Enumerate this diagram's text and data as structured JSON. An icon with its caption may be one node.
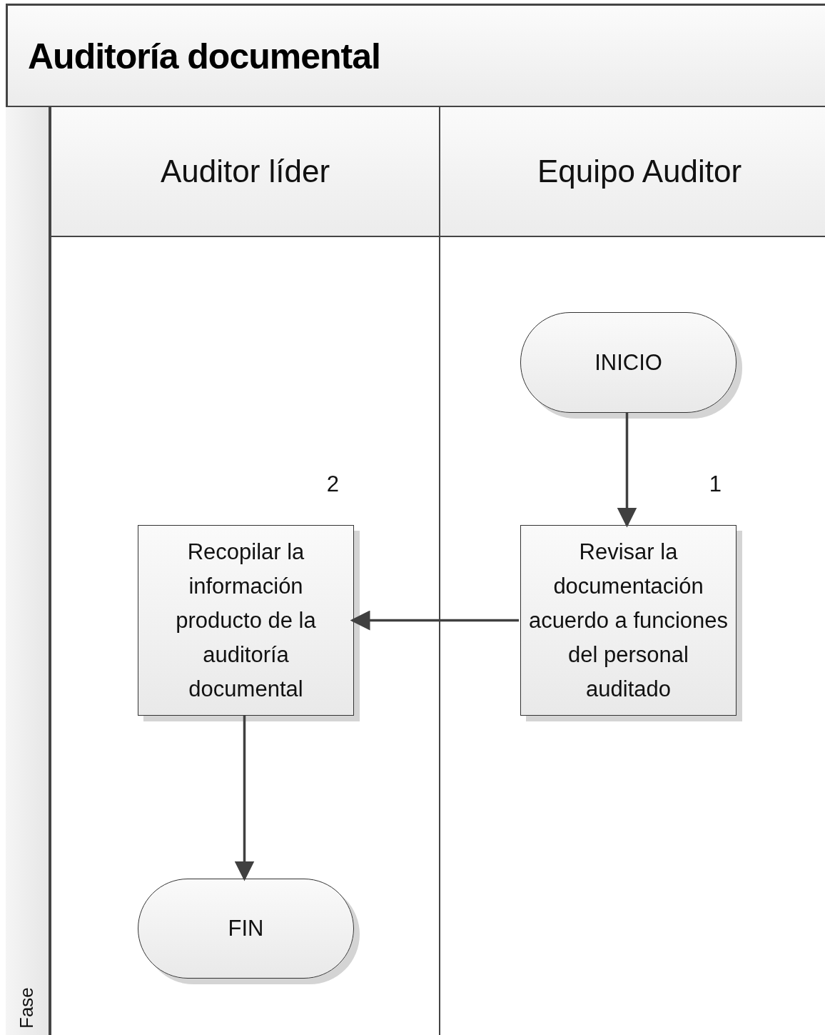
{
  "diagram": {
    "title": "Auditoría documental",
    "nodes": [
      {
        "text": [
          "Auditor líder"
        ]
      },
      {
        "text": [
          "Equipo Auditor"
        ]
      },
      {
        "text": [
          "Fase"
        ]
      },
      {
        "text": [
          "INICIO"
        ],
        "in": 1
      },
      {
        "text": [
          "Revisar la documentación acuerdo a funciones del personal auditado"
        ],
        "in": 1,
        "beside": [
          "1"
        ]
      },
      {
        "text": [
          "Recopilar la información producto de la auditoría documental"
        ],
        "in": 0,
        "beside": [
          "2"
        ]
      },
      {
        "text": [
          "FIN"
        ],
        "in": 0
      }
    ],
    "edges": [
      {
        "from": 3,
        "to": 4,
        "arrow": "to"
      },
      {
        "from": 4,
        "to": 5,
        "arrow": "to"
      },
      {
        "from": 5,
        "to": 6,
        "arrow": "to"
      }
    ]
  }
}
